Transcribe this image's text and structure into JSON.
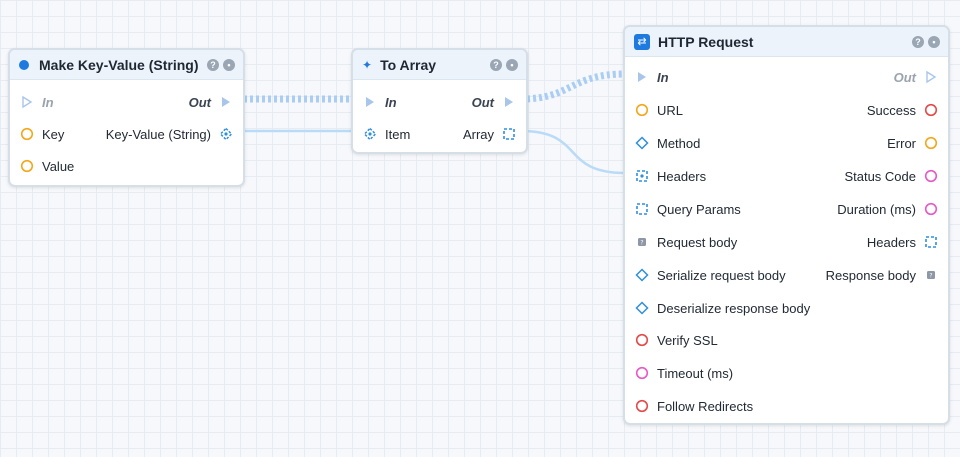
{
  "nodes": {
    "make_kv": {
      "title": "Make Key-Value (String)",
      "exec_in": "In",
      "exec_out": "Out",
      "inputs": [
        "Key",
        "Value"
      ],
      "output": "Key-Value (String)"
    },
    "to_array": {
      "title": "To Array",
      "exec_in": "In",
      "exec_out": "Out",
      "input": "Item",
      "output": "Array"
    },
    "http_request": {
      "title": "HTTP Request",
      "exec_in": "In",
      "exec_out": "Out",
      "inputs": [
        "URL",
        "Method",
        "Headers",
        "Query Params",
        "Request body",
        "Serialize request body",
        "Deserialize response body",
        "Verify SSL",
        "Timeout (ms)",
        "Follow Redirects"
      ],
      "outputs": [
        "Success",
        "Error",
        "Status Code",
        "Duration (ms)",
        "Headers",
        "Response body"
      ]
    }
  },
  "header_icons": {
    "help": "?",
    "comment": "comment-icon"
  },
  "colors": {
    "string_pin": "#f2a81d",
    "enum_pin": "#2f8fdd",
    "array_pin": "#2f8fdd",
    "bool_pin": "#e24b4b",
    "number_pin": "#e55ac7",
    "any_pin": "#8d97a6",
    "exec_wire": "#a9cdf5",
    "data_wire": "#b9dbf7",
    "accent": "#1f7ae0"
  }
}
